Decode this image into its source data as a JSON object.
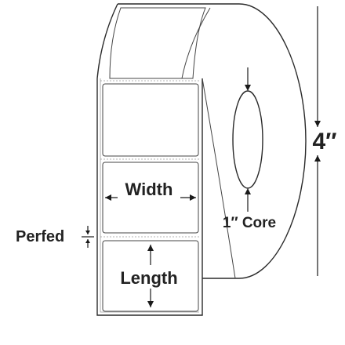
{
  "labels": {
    "width": "Width",
    "length": "Length",
    "perfed": "Perfed",
    "core": "1″ Core",
    "diameter": "4″"
  }
}
